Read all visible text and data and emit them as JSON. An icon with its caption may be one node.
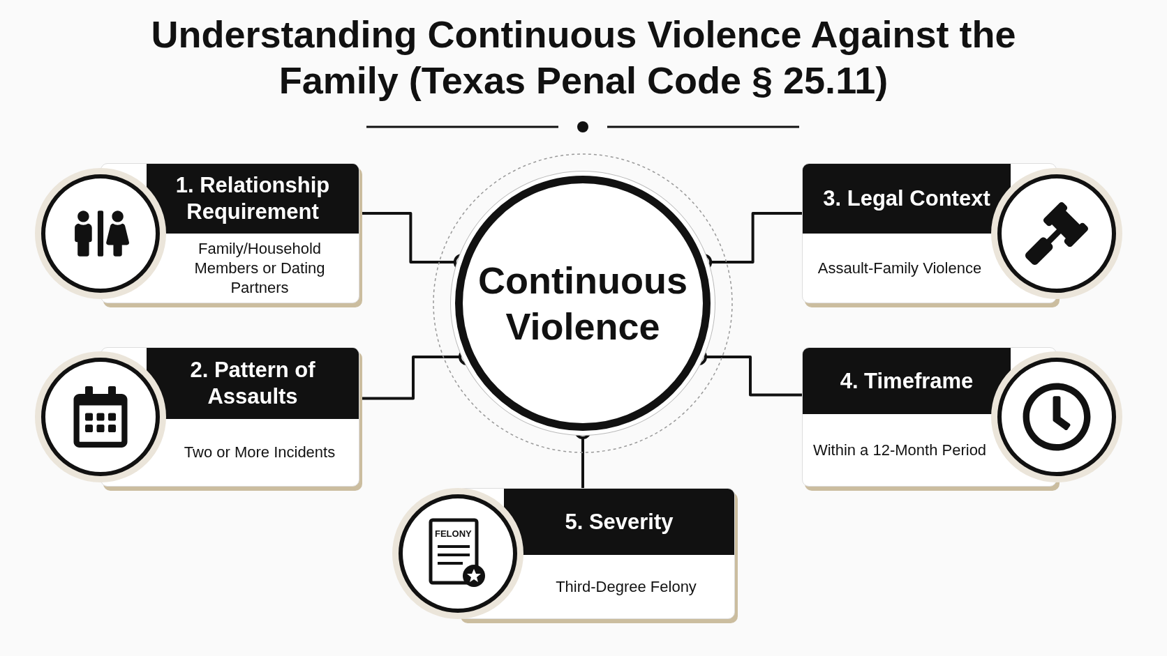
{
  "diagram": {
    "title": "Understanding Continuous Violence Against the Family (Texas Penal Code § 25.11)",
    "nodes": [
      {
        "text": [
          "Continuous Violence"
        ]
      },
      {
        "text": [
          "1. Relationship Requirement",
          "Family/Household Members or Dating Partners"
        ]
      },
      {
        "text": [
          "2. Pattern of Assaults",
          "Two or More Incidents"
        ]
      },
      {
        "text": [
          "3. Legal Context",
          "Assault-Family Violence"
        ]
      },
      {
        "text": [
          "4. Timeframe",
          "Within a 12-Month Period"
        ]
      },
      {
        "text": [
          "5. Severity",
          "Third-Degree Felony"
        ]
      }
    ],
    "edges": [
      {
        "from": 0,
        "to": 1,
        "arrow": "other"
      },
      {
        "from": 0,
        "to": 2,
        "arrow": "other"
      },
      {
        "from": 0,
        "to": 3,
        "arrow": "other"
      },
      {
        "from": 0,
        "to": 4,
        "arrow": "other"
      },
      {
        "from": 0,
        "to": 5,
        "arrow": "other"
      }
    ],
    "labels": [
      "FELONY"
    ]
  }
}
